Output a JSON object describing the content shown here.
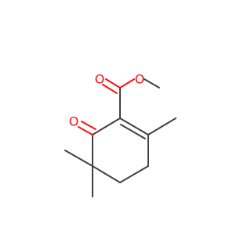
{
  "molecule": {
    "atoms": {
      "ester_carbonyl_oxygen": "O",
      "ester_ether_oxygen": "O",
      "ketone_oxygen": "O"
    },
    "colors": {
      "bond": "#404040",
      "oxygen": "#ff0d0d",
      "background": "#ffffff"
    }
  }
}
